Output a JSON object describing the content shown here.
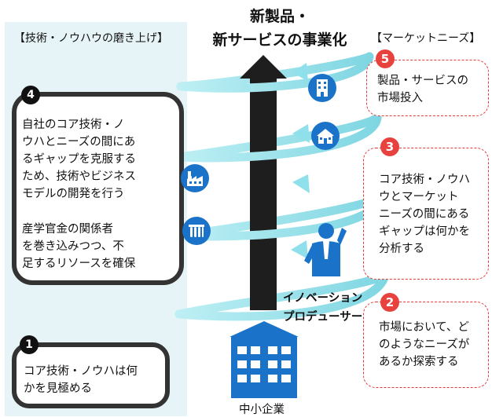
{
  "title_line1": "新製品・",
  "title_line2": "新サービスの事業化",
  "left_heading": "【技術・ノウハウの磨き上げ】",
  "market_heading": "【マーケットニーズ】",
  "step4": {
    "number": "4",
    "para1": [
      "自社のコア技術・ノ",
      "ウハとニーズの間にあ",
      "るギャップを克服する",
      "ため、技術やビジネス",
      "モデルの開発を行う"
    ],
    "para2": [
      "産学官金の関係者",
      "を巻き込みつつ、不",
      "足するリソースを確保"
    ]
  },
  "step1": {
    "number": "1",
    "lines": [
      "コア技術・ノウハは何",
      "かを見極める"
    ]
  },
  "step5": {
    "number": "5",
    "lines": [
      "製品・サービスの",
      "市場投入"
    ]
  },
  "step3": {
    "number": "3",
    "lines": [
      "コア技術・ノウハ",
      "ウとマーケット",
      "ニーズの間にある",
      "ギャップは何かを",
      "分析する"
    ]
  },
  "step2": {
    "number": "2",
    "lines": [
      "市場において、ど",
      "のようなニーズが",
      "あるか探索する"
    ]
  },
  "producer": [
    "イノベーション",
    "プロデューサー"
  ],
  "company": "中小企業",
  "icons": [
    "office-building-icon",
    "school-icon",
    "factory-icon",
    "test-tubes-icon",
    "person-icon",
    "company-building-icon"
  ],
  "colors": {
    "swirl": "#8fe0ea",
    "panel": "#e6f4f7",
    "icon_blue": "#1a73c8",
    "accent_red": "#e8423f",
    "dark": "#1e1e1e"
  }
}
